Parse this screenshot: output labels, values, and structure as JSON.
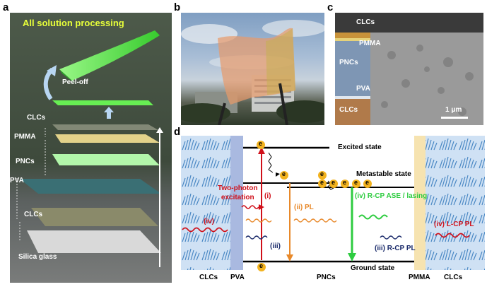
{
  "figure": {
    "panel_labels": [
      "a",
      "b",
      "c",
      "d"
    ],
    "panel_a": {
      "title": "All solution processing",
      "peel_off": "Peel-off",
      "layers": [
        "CLCs",
        "PMMA",
        "PNCs",
        "PVA",
        "CLCs",
        "Silica glass"
      ]
    },
    "panel_c": {
      "labels": [
        "CLCs",
        "PMMA",
        "PNCs",
        "PVA",
        "CLCs"
      ],
      "scale_bar": "1 μm"
    },
    "panel_d": {
      "excited_state": "Excited state",
      "metastable_state": "Metastable state",
      "ground_state": "Ground state",
      "two_photon": "Two-photon\nexcitation",
      "i": "(i)",
      "ii_pl": "(ii) PL",
      "iii": "(iii)",
      "iv_rcp_ase": "(iv) R-CP ASE / lasing",
      "iii_rcp_pl": "(iii) R-CP PL",
      "iv_left": "(iv)",
      "iv_lcp_pl": "(iv) L-CP PL",
      "electron": "e",
      "bottom_labels": [
        "CLCs",
        "PVA",
        "PNCs",
        "PMMA",
        "CLCs"
      ]
    },
    "colors": {
      "green": "#2ecc40",
      "red": "#d0101a",
      "orange": "#e8892a",
      "navy": "#1a2a6a",
      "yellow_title": "#e8ff3a",
      "clc_blue": "#cfe1f4"
    }
  }
}
